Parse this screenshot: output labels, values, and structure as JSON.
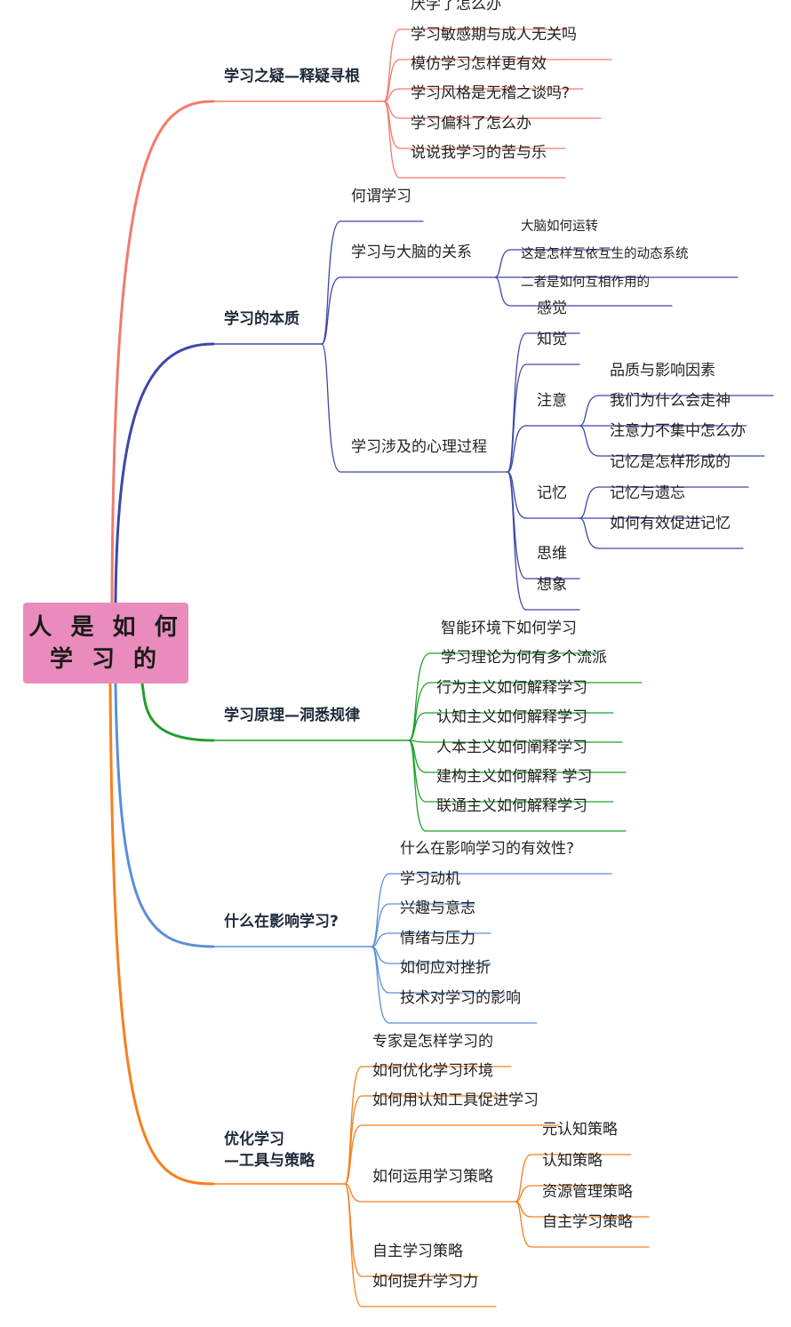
{
  "root": {
    "label": "人 是 如 何\n学 习 的",
    "color": "#e98cbd"
  },
  "colors": {
    "b1": "#f07c6c",
    "b2": "#3f47a8",
    "b3": "#1fa02a",
    "b4": "#5a8fd6",
    "b5": "#f4801e"
  },
  "branches": [
    {
      "label": "学习之疑—释疑寻根",
      "children": [
        {
          "label": "厌学了怎么办"
        },
        {
          "label": "学习敏感期与成人无关吗"
        },
        {
          "label": "模仿学习怎样更有效"
        },
        {
          "label": "学习风格是无稽之谈吗?"
        },
        {
          "label": "学习偏科了怎么办"
        },
        {
          "label": "说说我学习的苦与乐"
        }
      ]
    },
    {
      "label": "学习的本质",
      "children": [
        {
          "label": "何谓学习"
        },
        {
          "label": "学习与大脑的关系",
          "children": [
            {
              "label": "大脑如何运转"
            },
            {
              "label": "这是怎样互依互生的动态系统"
            },
            {
              "label": "二者是如何互相作用的"
            }
          ]
        },
        {
          "label": "学习涉及的心理过程",
          "children": [
            {
              "label": "感觉"
            },
            {
              "label": "知觉"
            },
            {
              "label": "注意",
              "children": [
                {
                  "label": "品质与影响因素"
                },
                {
                  "label": "我们为什么会走神"
                },
                {
                  "label": "注意力不集中怎么办"
                }
              ]
            },
            {
              "label": "记忆",
              "children": [
                {
                  "label": "记忆是怎样形成的"
                },
                {
                  "label": "记忆与遗忘"
                },
                {
                  "label": "如何有效促进记忆"
                }
              ]
            },
            {
              "label": "思维"
            },
            {
              "label": "想象"
            }
          ]
        }
      ]
    },
    {
      "label": "学习原理—洞悉规律",
      "children": [
        {
          "label": "智能环境下如何学习"
        },
        {
          "label": "学习理论为何有多个流派"
        },
        {
          "label": "行为主义如何解释学习"
        },
        {
          "label": "认知主义如何解释学习"
        },
        {
          "label": "人本主义如何阐释学习"
        },
        {
          "label": "建构主义如何解释 学习"
        },
        {
          "label": "联通主义如何解释学习"
        }
      ]
    },
    {
      "label": "什么在影响学习?",
      "children": [
        {
          "label": "什么在影响学习的有效性?"
        },
        {
          "label": "学习动机"
        },
        {
          "label": "兴趣与意志"
        },
        {
          "label": "情绪与压力"
        },
        {
          "label": "如何应对挫折"
        },
        {
          "label": "技术对学习的影响"
        }
      ]
    },
    {
      "label": "优化学习\n—工具与策略",
      "children": [
        {
          "label": "专家是怎样学习的"
        },
        {
          "label": "如何优化学习环境"
        },
        {
          "label": "如何用认知工具促进学习"
        },
        {
          "label": "如何运用学习策略",
          "children": [
            {
              "label": "元认知策略"
            },
            {
              "label": "认知策略"
            },
            {
              "label": "资源管理策略"
            },
            {
              "label": "自主学习策略"
            }
          ]
        },
        {
          "label": "自主学习策略"
        },
        {
          "label": "如何提升学习力"
        }
      ]
    }
  ]
}
